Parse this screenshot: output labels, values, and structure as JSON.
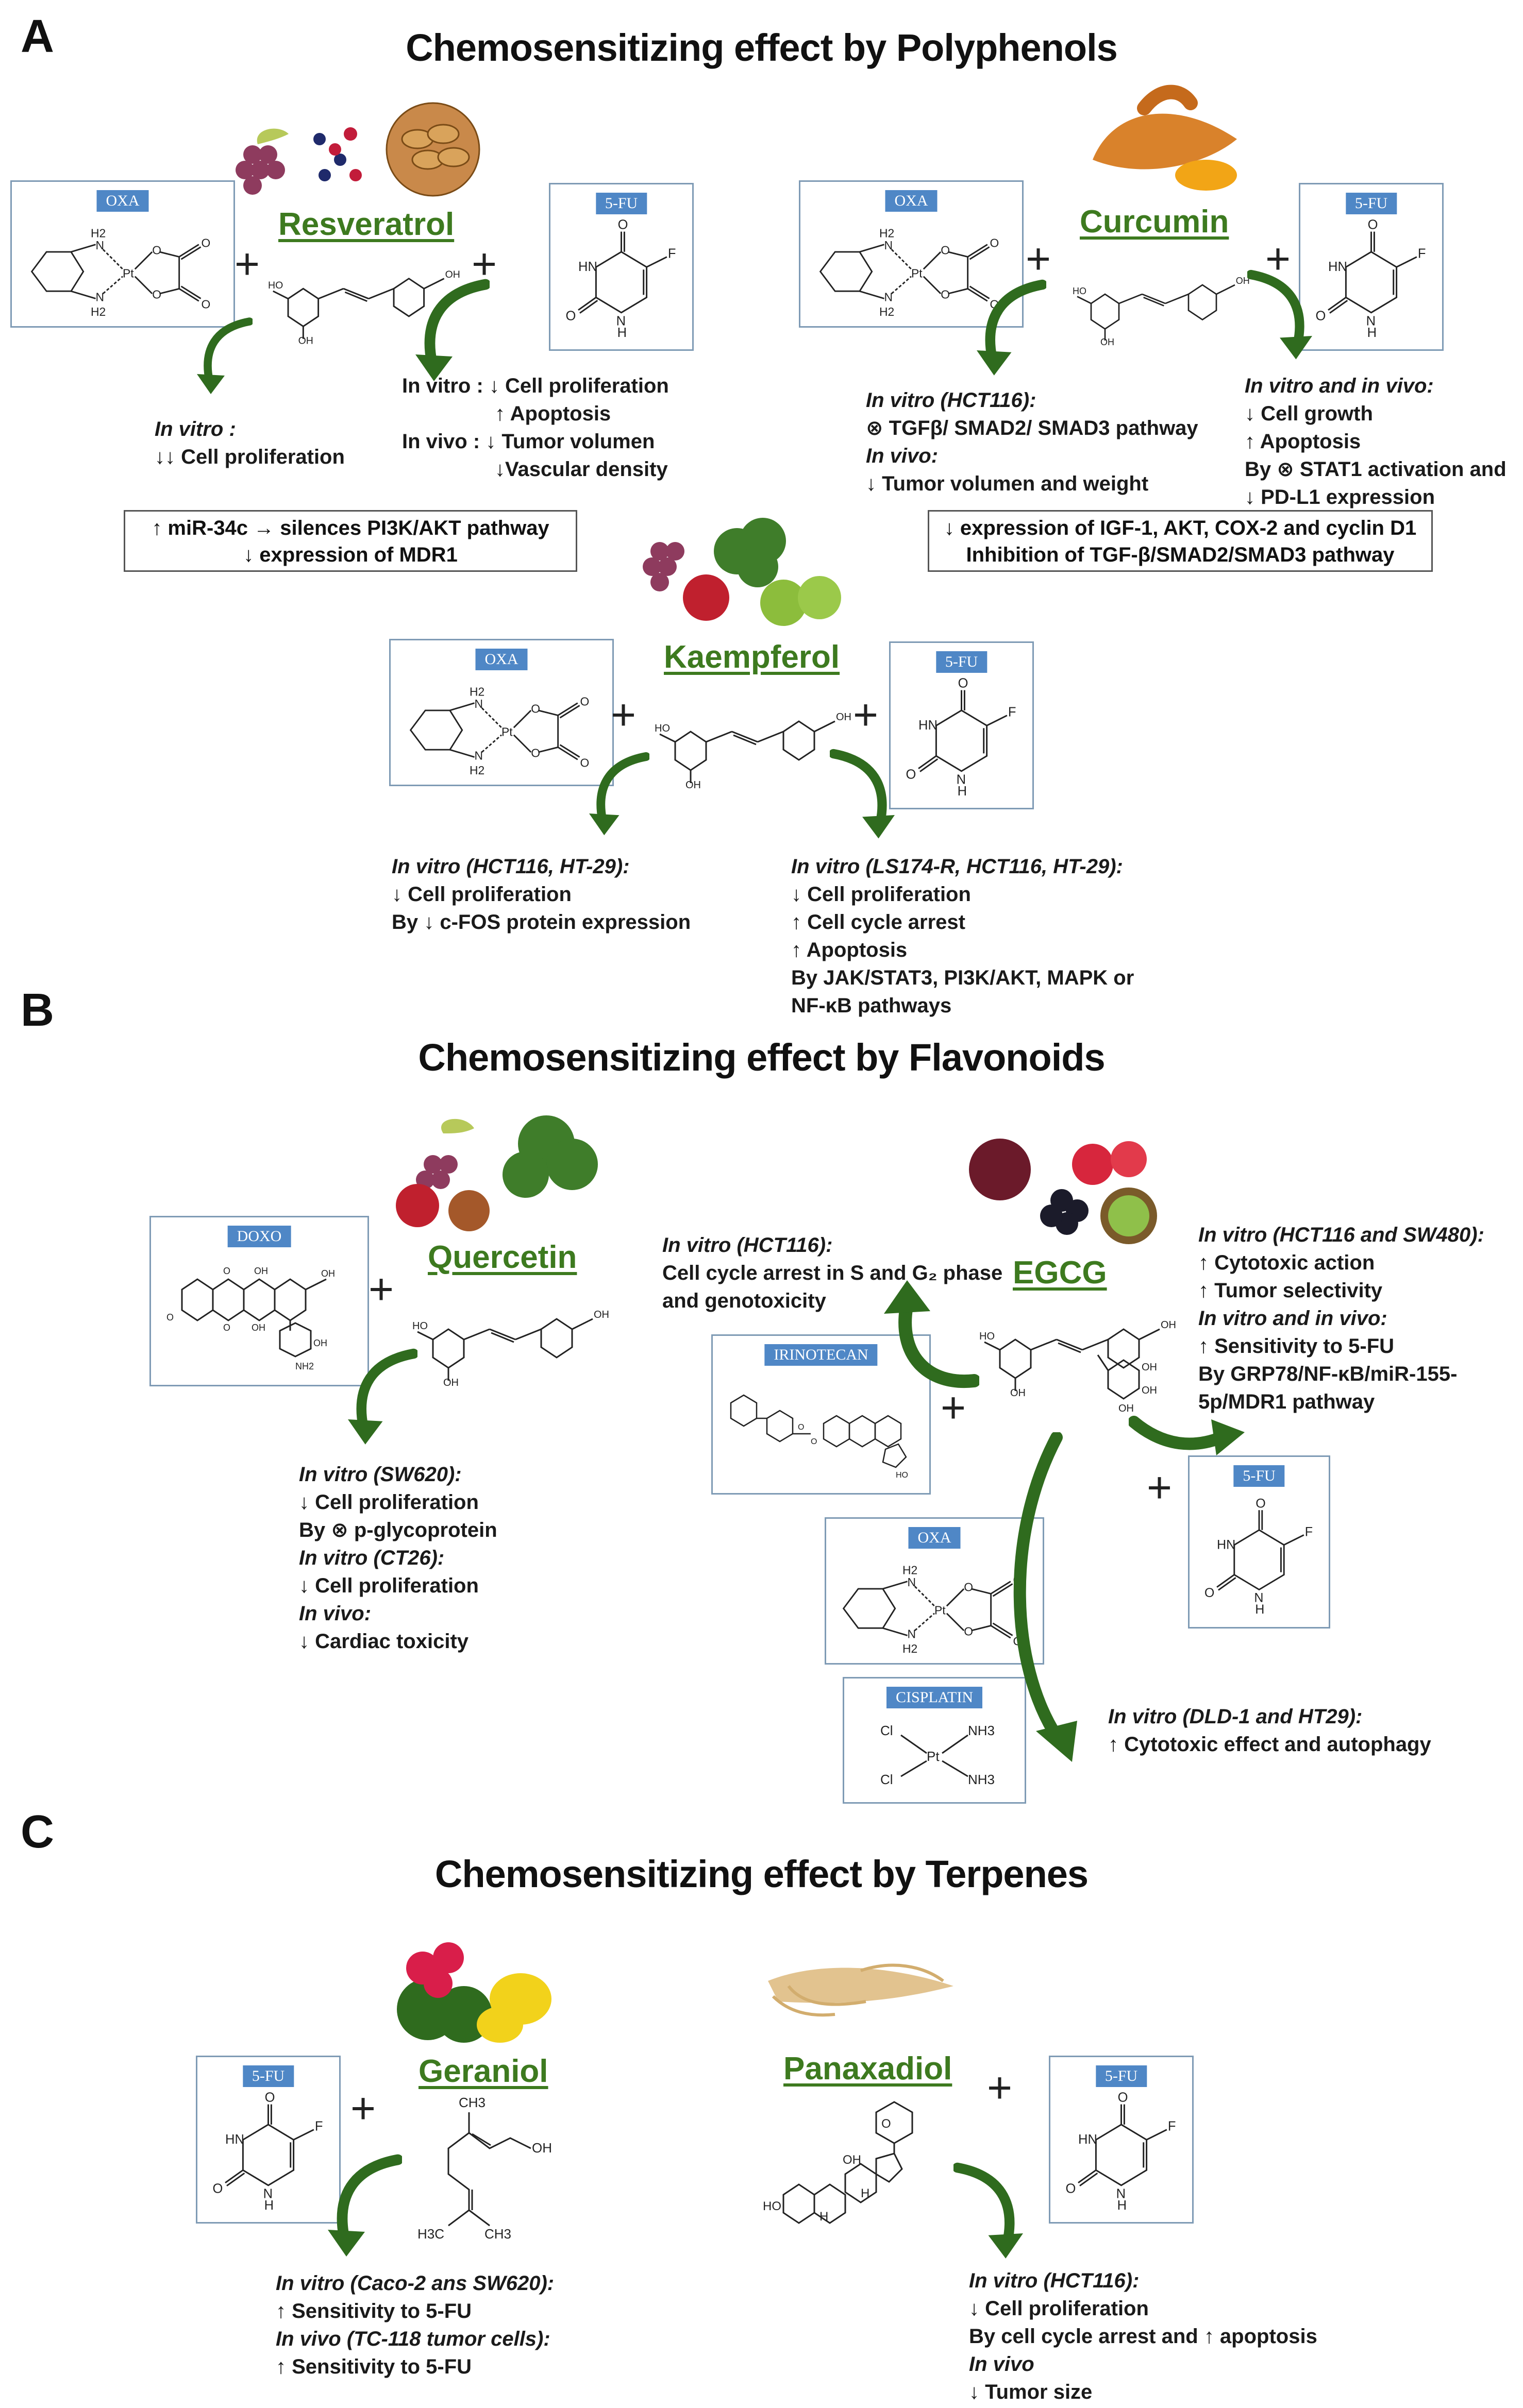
{
  "panels": {
    "A": {
      "letter": "A",
      "title": "Chemosensitizing effect by Polyphenols",
      "resveratrol": {
        "name": "Resveratrol",
        "oxa_tag": "OXA",
        "fu_tag": "5-FU",
        "left_effects": [
          "In vitro :",
          "↓↓ Cell proliferation"
        ],
        "right_effects": [
          "In vitro : ↓ Cell proliferation",
          "↑ Apoptosis",
          "In vivo : ↓ Tumor volumen",
          "↓Vascular density"
        ],
        "summary": [
          "↑ miR-34c → silences PI3K/AKT pathway",
          "↓ expression of MDR1"
        ]
      },
      "curcumin": {
        "name": "Curcumin",
        "oxa_tag": "OXA",
        "fu_tag": "5-FU",
        "left_effects": [
          "In vitro (HCT116):",
          "⊗ TGFβ/ SMAD2/ SMAD3 pathway",
          "In vivo:",
          "↓ Tumor volumen and weight"
        ],
        "right_effects": [
          "In vitro and in vivo:",
          "↓ Cell growth",
          "↑ Apoptosis",
          "By ⊗ STAT1 activation and",
          "↓ PD-L1 expression"
        ],
        "summary": [
          "↓ expression of IGF-1, AKT, COX-2 and cyclin D1",
          "Inhibition of TGF-β/SMAD2/SMAD3 pathway"
        ]
      },
      "kaempferol": {
        "name": "Kaempferol",
        "oxa_tag": "OXA",
        "fu_tag": "5-FU",
        "left_effects": [
          "In vitro (HCT116, HT-29):",
          "↓ Cell proliferation",
          "By ↓ c-FOS protein expression"
        ],
        "right_effects": [
          "In vitro (LS174-R, HCT116, HT-29):",
          "↓ Cell proliferation",
          "↑ Cell cycle arrest",
          "↑ Apoptosis",
          "By JAK/STAT3, PI3K/AKT, MAPK or",
          "NF-κB pathways"
        ]
      }
    },
    "B": {
      "letter": "B",
      "title": "Chemosensitizing effect by Flavonoids",
      "quercetin": {
        "name": "Quercetin",
        "doxo_tag": "DOXO",
        "effects": [
          "In vitro (SW620):",
          "↓ Cell proliferation",
          "By ⊗ p-glycoprotein",
          "In vitro (CT26):",
          "↓ Cell proliferation",
          "In vivo:",
          "↓ Cardiac toxicity"
        ]
      },
      "egcg": {
        "name": "EGCG",
        "irinotecan_tag": "IRINOTECAN",
        "fu_tag": "5-FU",
        "oxa_tag": "OXA",
        "cisplatin_tag": "CISPLATIN",
        "irinotecan_effects": [
          "In vitro (HCT116):",
          "Cell cycle arrest in S and G₂ phase",
          "and genotoxicity"
        ],
        "fu_effects": [
          "In vitro (HCT116 and SW480):",
          "↑ Cytotoxic action",
          "↑ Tumor selectivity",
          "In vitro and in vivo:",
          "↑ Sensitivity to 5-FU",
          "By GRP78/NF-κB/miR-155-",
          "5p/MDR1 pathway"
        ],
        "platinum_effects": [
          "In vitro (DLD-1 and HT29):",
          "↑ Cytotoxic effect and autophagy"
        ]
      }
    },
    "C": {
      "letter": "C",
      "title": "Chemosensitizing effect by Terpenes",
      "geraniol": {
        "name": "Geraniol",
        "fu_tag": "5-FU",
        "effects": [
          "In vitro (Caco-2 ans SW620):",
          "↑ Sensitivity to 5-FU",
          "In vivo (TC-118 tumor cells):",
          "↑ Sensitivity to 5-FU"
        ]
      },
      "panaxadiol": {
        "name": "Panaxadiol",
        "fu_tag": "5-FU",
        "effects": [
          "In vitro (HCT116):",
          "↓ Cell proliferation",
          "By cell cycle arrest and ↑ apoptosis",
          "In vivo",
          "↓ Tumor size"
        ]
      }
    }
  },
  "plus_sign": "+",
  "colors": {
    "compound_name": "#3d7a1f",
    "drug_tag": "#4f87c6",
    "arrow": "#2f6b1e",
    "box_border": "#7f9bb5"
  }
}
